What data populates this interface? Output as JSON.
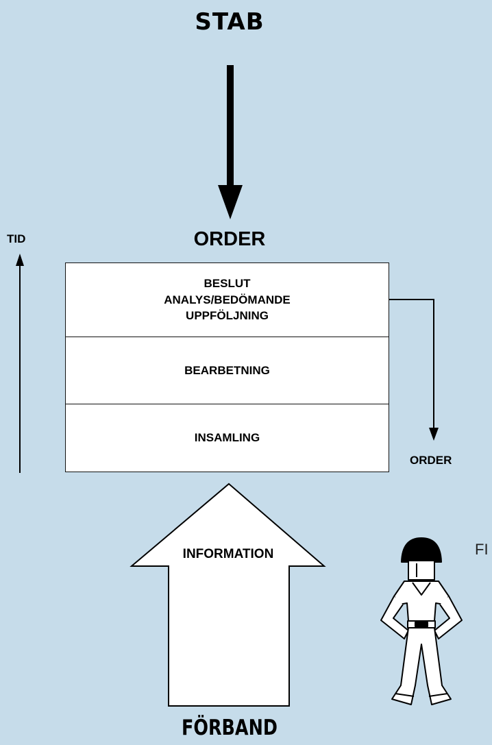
{
  "diagram": {
    "top_label": "STAB",
    "order_top": "ORDER",
    "time_label": "TID",
    "process_box": {
      "layer1_lines": [
        "BESLUT",
        "ANALYS/BEDÖMANDE",
        "UPPFÖLJNING"
      ],
      "layer2": "BEARBETNING",
      "layer3": "INSAMLING"
    },
    "order_right": "ORDER",
    "information_label": "INFORMATION",
    "bottom_label": "FÖRBAND",
    "fig_cut": "FI"
  },
  "icons": {
    "soldier": "soldier-figure-icon"
  },
  "colors": {
    "background": "#c6dcea",
    "ink": "#000000",
    "box": "#ffffff"
  }
}
